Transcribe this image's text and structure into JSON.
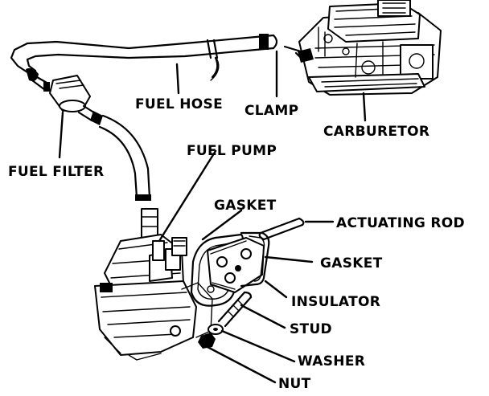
{
  "labels": {
    "fuel_hose": "FUEL HOSE",
    "clamp": "CLAMP",
    "carburetor": "CARBURETOR",
    "fuel_pump": "FUEL PUMP",
    "fuel_filter": "FUEL FILTER",
    "gasket_top": "GASKET",
    "actuating_rod": "ACTUATING ROD",
    "gasket_right": "GASKET",
    "insulator": "INSULATOR",
    "stud": "STUD",
    "washer": "WASHER",
    "nut": "NUT"
  }
}
